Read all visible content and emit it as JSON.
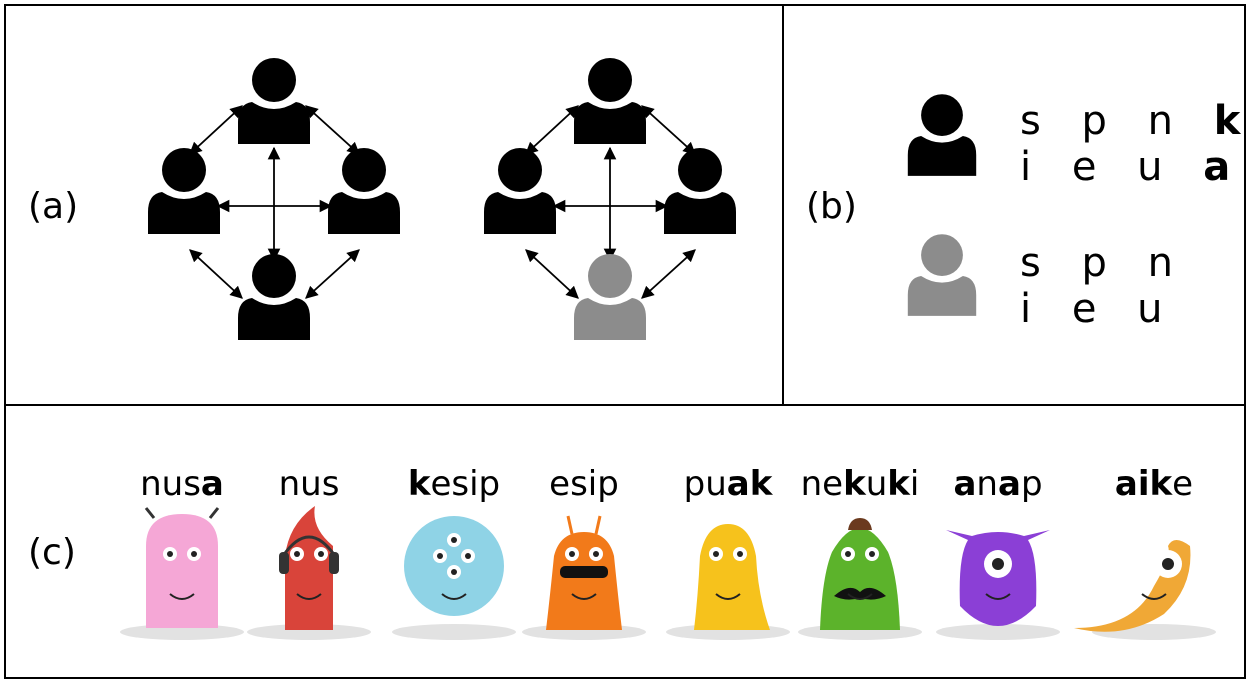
{
  "panel_labels": {
    "a": "(a)",
    "b": "(b)",
    "c": "(c)"
  },
  "legend": {
    "full_speaker": {
      "line1_regular": "s p n ",
      "line1_bold": "k",
      "line2_regular": "i e u ",
      "line2_bold": "a"
    },
    "reduced_speaker": {
      "line1": "s p n",
      "line2": "i e u"
    }
  },
  "monsters": [
    {
      "parts": [
        {
          "t": "nus",
          "b": false
        },
        {
          "t": "a",
          "b": true
        }
      ],
      "color": "#f5a7d6"
    },
    {
      "parts": [
        {
          "t": "nus",
          "b": false
        }
      ],
      "color": "#d9443a"
    },
    {
      "parts": [
        {
          "t": "k",
          "b": true
        },
        {
          "t": "esip",
          "b": false
        }
      ],
      "color": "#8fd3e6"
    },
    {
      "parts": [
        {
          "t": "esip",
          "b": false
        }
      ],
      "color": "#f27a1a"
    },
    {
      "parts": [
        {
          "t": "pu",
          "b": false
        },
        {
          "t": "ak",
          "b": true
        }
      ],
      "color": "#f6c21c"
    },
    {
      "parts": [
        {
          "t": "ne",
          "b": false
        },
        {
          "t": "k",
          "b": true
        },
        {
          "t": "u",
          "b": false
        },
        {
          "t": "k",
          "b": true
        },
        {
          "t": "i",
          "b": false
        }
      ],
      "color": "#5cb32b"
    },
    {
      "parts": [
        {
          "t": "a",
          "b": true
        },
        {
          "t": "n",
          "b": false
        },
        {
          "t": "a",
          "b": true
        },
        {
          "t": "p",
          "b": false
        }
      ],
      "color": "#8b3fd6"
    },
    {
      "parts": [
        {
          "t": "aik",
          "b": true
        },
        {
          "t": "e",
          "b": false
        }
      ],
      "color": "#f0a836"
    }
  ],
  "colors": {
    "full": "#000000",
    "reduced": "#8c8c8c"
  }
}
